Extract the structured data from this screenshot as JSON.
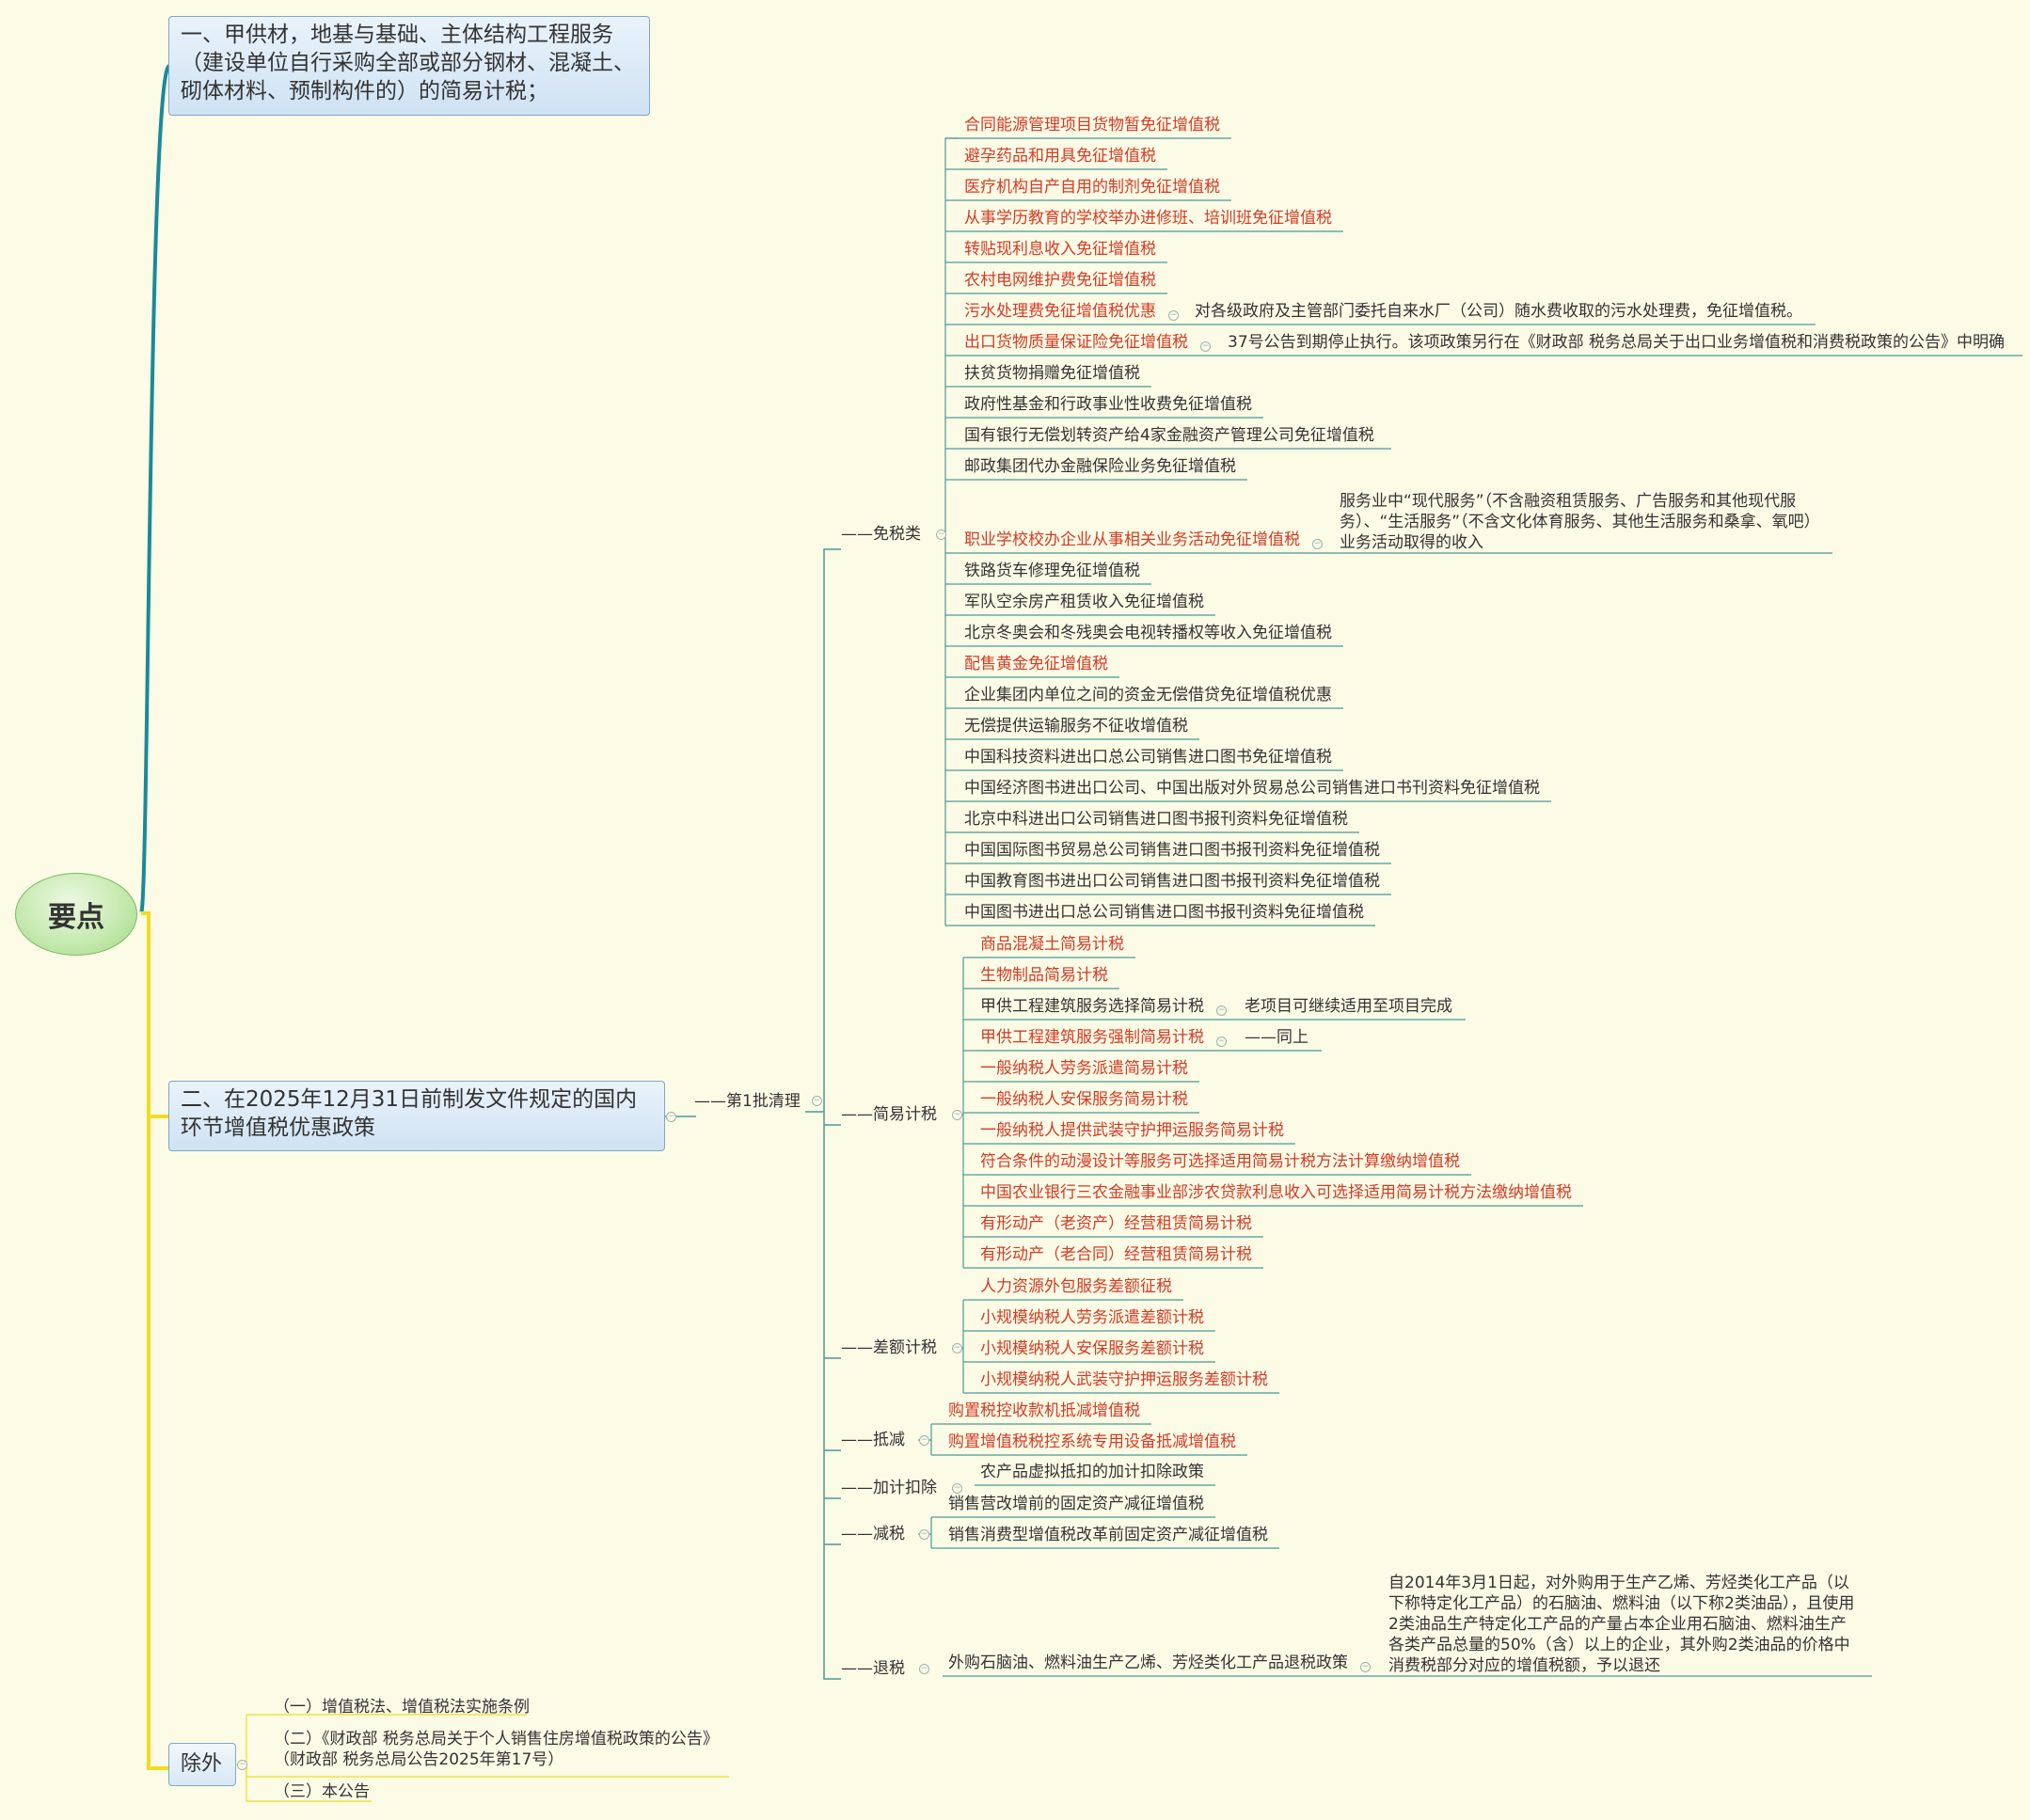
{
  "root": {
    "label": "要点"
  },
  "branch1": {
    "text": "一、甲供材，地基与基础、主体结构工程服务（建设单位自行采购全部或部分钢材、混凝土、砌体材料、预制构件的）的简易计税；"
  },
  "branch2": {
    "text": "二、在2025年12月31日前制发文件规定的国内环节增值税优惠政策"
  },
  "batch1": {
    "label": "——第1批清理"
  },
  "categories": {
    "exempt": "——免税类",
    "simple": "——简易计税",
    "diff": "——差额计税",
    "offset": "——抵减",
    "extra_deduct": "——加计扣除",
    "reduce": "——减税",
    "refund": "——退税"
  },
  "exempt_items": [
    {
      "text": "合同能源管理项目货物暂免征增值税",
      "red": true
    },
    {
      "text": "避孕药品和用具免征增值税",
      "red": true
    },
    {
      "text": "医疗机构自产自用的制剂免征增值税",
      "red": true
    },
    {
      "text": "从事学历教育的学校举办进修班、培训班免征增值税",
      "red": true
    },
    {
      "text": "转贴现利息收入免征增值税",
      "red": true
    },
    {
      "text": "农村电网维护费免征增值税",
      "red": true
    },
    {
      "text": "污水处理费免征增值税优惠",
      "red": true,
      "note": "对各级政府及主管部门委托自来水厂（公司）随水费收取的污水处理费，免征增值税。"
    },
    {
      "text": "出口货物质量保证险免征增值税",
      "red": true,
      "note": "37号公告到期停止执行。该项政策另行在《财政部 税务总局关于出口业务增值税和消费税政策的公告》中明确"
    },
    {
      "text": "扶贫货物捐赠免征增值税",
      "red": false
    },
    {
      "text": "政府性基金和行政事业性收费免征增值税",
      "red": false
    },
    {
      "text": "国有银行无偿划转资产给4家金融资产管理公司免征增值税",
      "red": false
    },
    {
      "text": "邮政集团代办金融保险业务免征增值税",
      "red": false
    },
    {
      "text": "职业学校校办企业从事相关业务活动免征增值税",
      "red": true,
      "note": "服务业中“现代服务”（不含融资租赁服务、广告服务和其他现代服务）、“生活服务”（不含文化体育服务、其他生活服务和桑拿、氧吧）业务活动取得的收入"
    },
    {
      "text": "铁路货车修理免征增值税",
      "red": false
    },
    {
      "text": "军队空余房产租赁收入免征增值税",
      "red": false
    },
    {
      "text": "北京冬奥会和冬残奥会电视转播权等收入免征增值税",
      "red": false
    },
    {
      "text": "配售黄金免征增值税",
      "red": true
    },
    {
      "text": "企业集团内单位之间的资金无偿借贷免征增值税优惠",
      "red": false
    },
    {
      "text": "无偿提供运输服务不征收增值税",
      "red": false
    },
    {
      "text": "中国科技资料进出口总公司销售进口图书免征增值税",
      "red": false
    },
    {
      "text": "中国经济图书进出口公司、中国出版对外贸易总公司销售进口书刊资料免征增值税",
      "red": false
    },
    {
      "text": "北京中科进出口公司销售进口图书报刊资料免征增值税",
      "red": false
    },
    {
      "text": "中国国际图书贸易总公司销售进口图书报刊资料免征增值税",
      "red": false
    },
    {
      "text": "中国教育图书进出口公司销售进口图书报刊资料免征增值税",
      "red": false
    },
    {
      "text": "中国图书进出口总公司销售进口图书报刊资料免征增值税",
      "red": false
    }
  ],
  "simple_items": [
    {
      "text": "商品混凝土简易计税",
      "red": true
    },
    {
      "text": "生物制品简易计税",
      "red": true
    },
    {
      "text": "甲供工程建筑服务选择简易计税",
      "red": false,
      "note": "老项目可继续适用至项目完成"
    },
    {
      "text": "甲供工程建筑服务强制简易计税",
      "red": true,
      "note": "——同上"
    },
    {
      "text": "一般纳税人劳务派遣简易计税",
      "red": true
    },
    {
      "text": "一般纳税人安保服务简易计税",
      "red": true
    },
    {
      "text": "一般纳税人提供武装守护押运服务简易计税",
      "red": true
    },
    {
      "text": "符合条件的动漫设计等服务可选择适用简易计税方法计算缴纳增值税",
      "red": true
    },
    {
      "text": "中国农业银行三农金融事业部涉农贷款利息收入可选择适用简易计税方法缴纳增值税",
      "red": true
    },
    {
      "text": "有形动产（老资产）经营租赁简易计税",
      "red": true
    },
    {
      "text": "有形动产（老合同）经营租赁简易计税",
      "red": true
    }
  ],
  "diff_items": [
    {
      "text": "人力资源外包服务差额征税",
      "red": true
    },
    {
      "text": "小规模纳税人劳务派遣差额计税",
      "red": true
    },
    {
      "text": "小规模纳税人安保服务差额计税",
      "red": true
    },
    {
      "text": "小规模纳税人武装守护押运服务差额计税",
      "red": true
    }
  ],
  "offset_items": [
    {
      "text": "购置税控收款机抵减增值税",
      "red": true
    },
    {
      "text": "购置增值税税控系统专用设备抵减增值税",
      "red": true
    }
  ],
  "extra_items": [
    {
      "text": "农产品虚拟抵扣的加计扣除政策",
      "red": false
    }
  ],
  "reduce_items": [
    {
      "text": "销售营改增前的固定资产减征增值税",
      "red": false
    },
    {
      "text": "销售消费型增值税改革前固定资产减征增值税",
      "red": false
    }
  ],
  "refund_items": [
    {
      "text": "外购石脑油、燃料油生产乙烯、芳烃类化工产品退税政策",
      "red": false,
      "note": "自2014年3月1日起，对外购用于生产乙烯、芳烃类化工产品（以下称特定化工产品）的石脑油、燃料油（以下称2类油品），且使用2类油品生产特定化工产品的产量占本企业用石脑油、燃料油生产各类产品总量的50%（含）以上的企业，其外购2类油品的价格中消费税部分对应的增值税额，予以退还"
    }
  ],
  "exclusion": {
    "label": "除外",
    "items": [
      "（一）增值税法、增值税法实施条例",
      "（二）《财政部 税务总局关于个人销售住房增值税政策的公告》（财政部 税务总局公告2025年第17号）",
      "（三）本公告"
    ]
  },
  "colors": {
    "teal": "#1a8a9a",
    "yellow": "#f2dc1e",
    "red": "#d43b26",
    "line": "#4a9a96"
  }
}
